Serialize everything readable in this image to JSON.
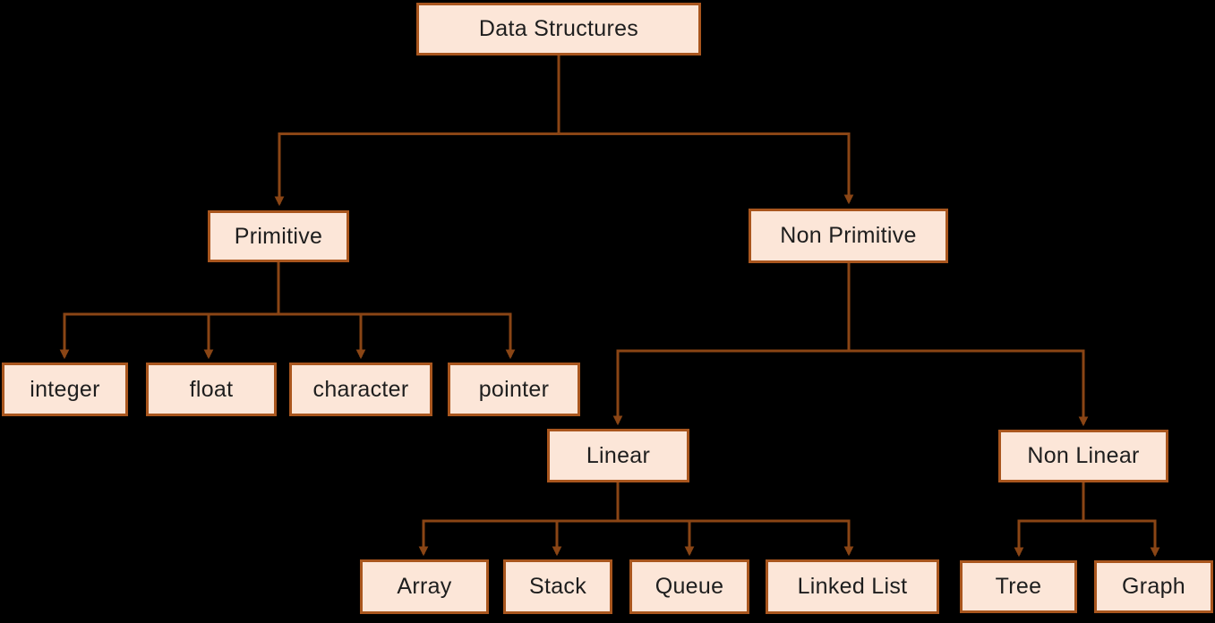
{
  "diagram": {
    "type": "hierarchy-tree",
    "background_color": "#000000",
    "node_fill_color": "#fce6d8",
    "node_border_color": "#a9561e",
    "connector_color": "#8a4515",
    "text_color": "#1e1e1e",
    "nodes": {
      "data_structures": {
        "label": "Data Structures"
      },
      "primitive": {
        "label": "Primitive"
      },
      "non_primitive": {
        "label": "Non Primitive"
      },
      "integer": {
        "label": "integer"
      },
      "float": {
        "label": "float"
      },
      "character": {
        "label": "character"
      },
      "pointer": {
        "label": "pointer"
      },
      "linear": {
        "label": "Linear"
      },
      "non_linear": {
        "label": "Non Linear"
      },
      "array": {
        "label": "Array"
      },
      "stack": {
        "label": "Stack"
      },
      "queue": {
        "label": "Queue"
      },
      "linked_list": {
        "label": "Linked List"
      },
      "tree": {
        "label": "Tree"
      },
      "graph": {
        "label": "Graph"
      }
    },
    "hierarchy": {
      "Data Structures": [
        "Primitive",
        "Non Primitive"
      ],
      "Primitive": [
        "integer",
        "float",
        "character",
        "pointer"
      ],
      "Non Primitive": [
        "Linear",
        "Non Linear"
      ],
      "Linear": [
        "Array",
        "Stack",
        "Queue",
        "Linked List"
      ],
      "Non Linear": [
        "Tree",
        "Graph"
      ]
    }
  }
}
